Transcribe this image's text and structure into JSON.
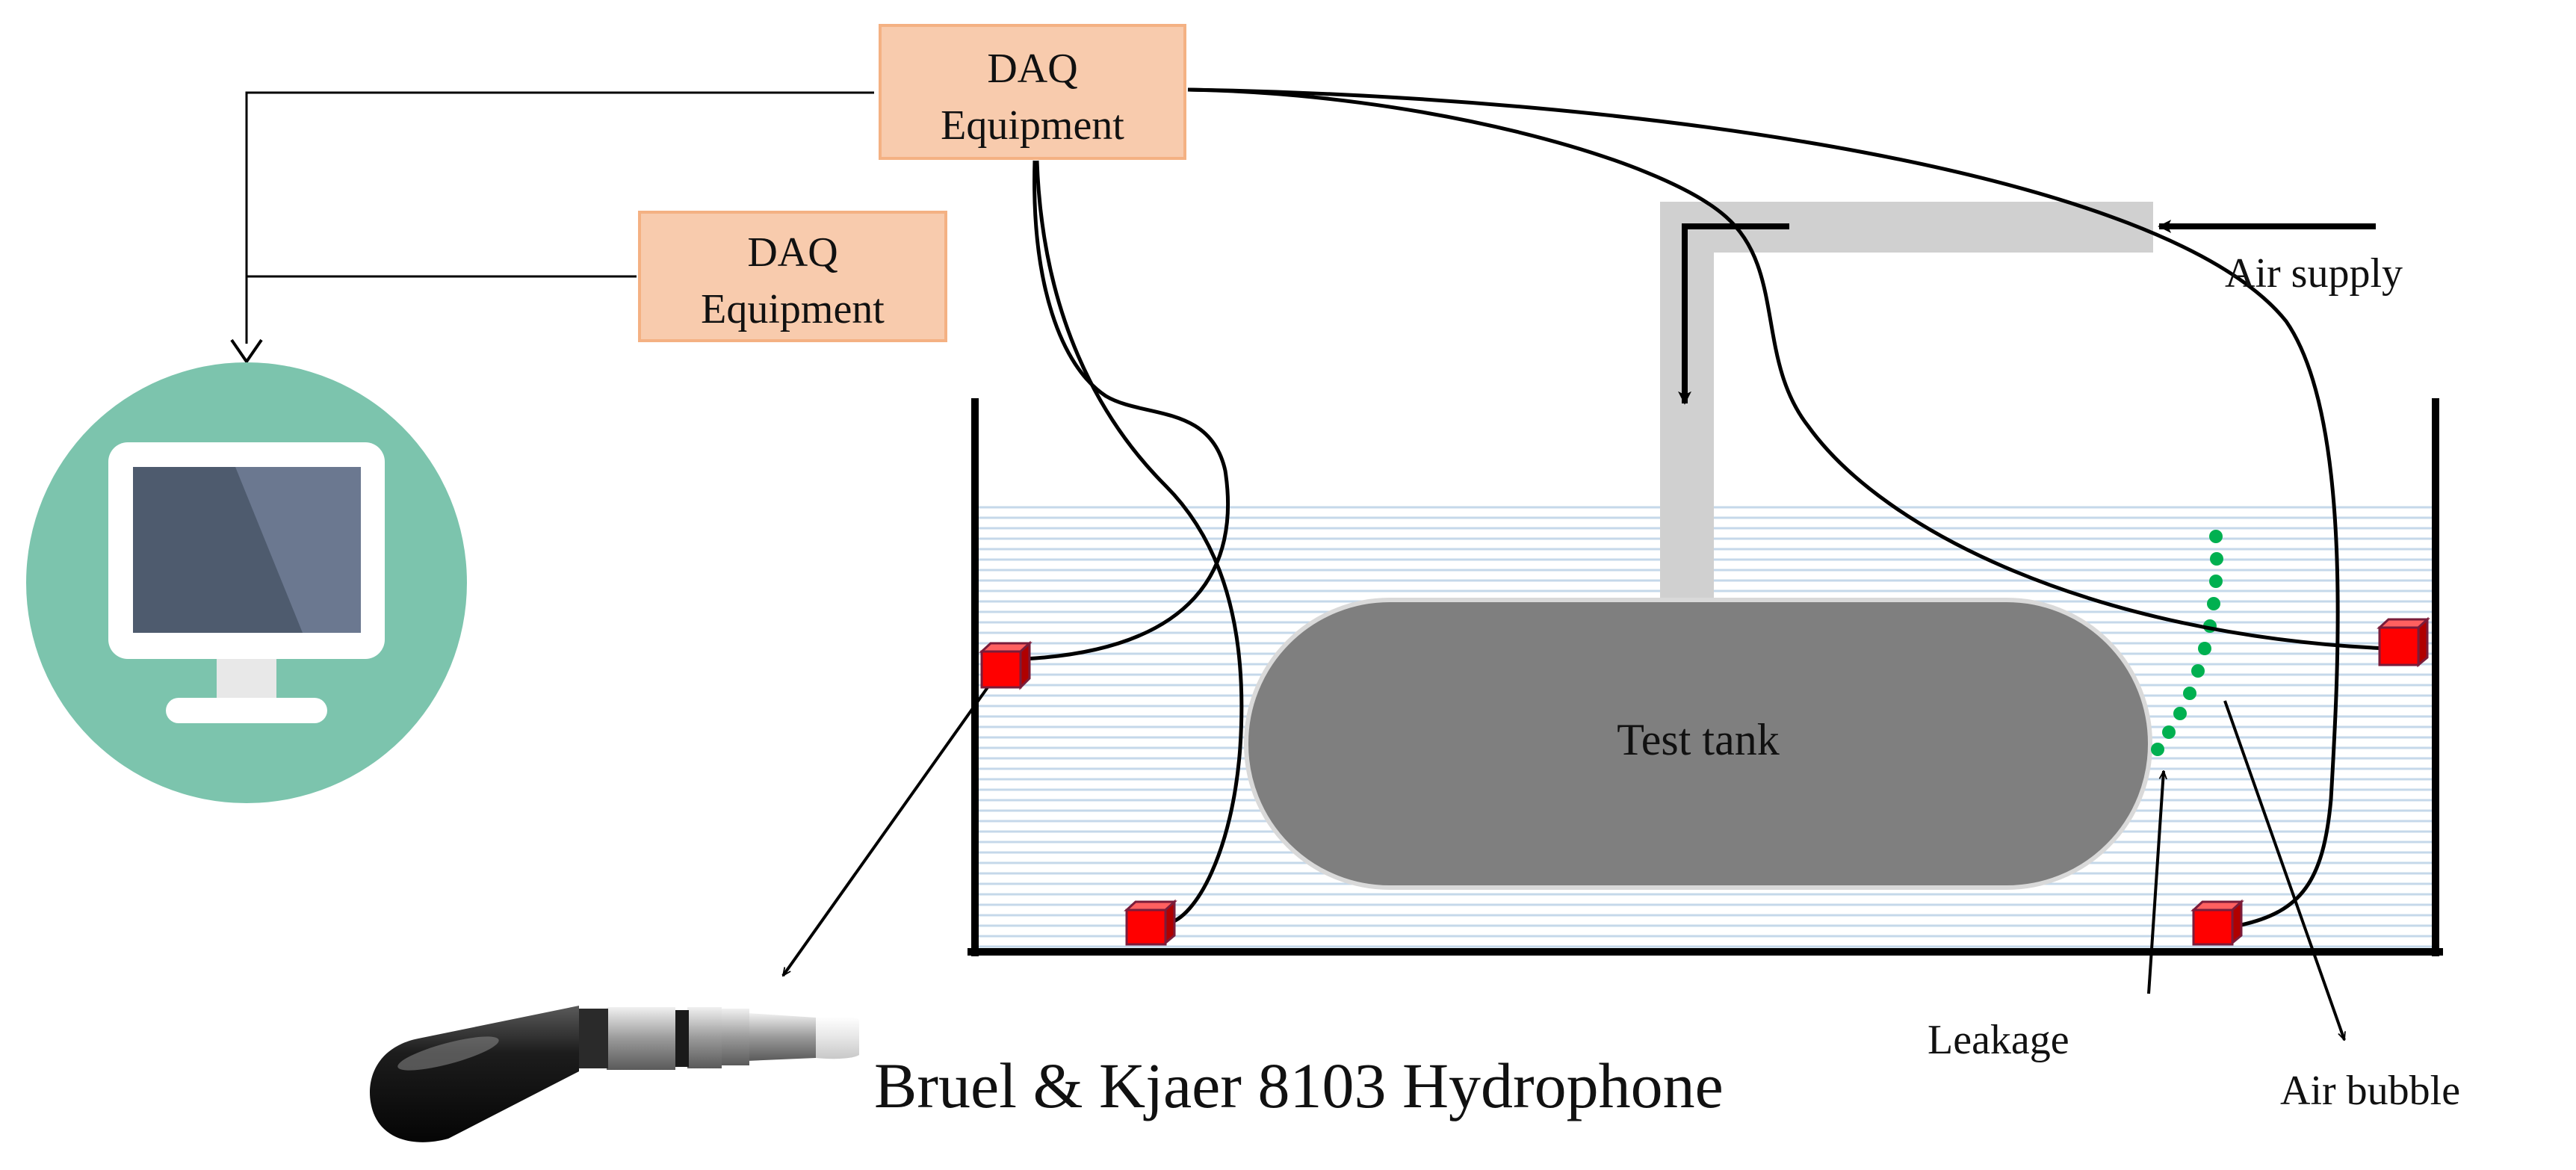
{
  "labels": {
    "daq_top": [
      "DAQ",
      "Equipment"
    ],
    "daq_second": [
      "DAQ",
      "Equipment"
    ],
    "air_supply": "Air supply",
    "test_tank": "Test tank",
    "leakage": "Leakage",
    "air_bubble": "Air bubble",
    "hydrophone": "Bruel & Kjaer 8103 Hydrophone"
  },
  "colors": {
    "daq_box_fill": "#f8cbad",
    "daq_box_stroke": "#f4b183",
    "water_line": "#c5d8ea",
    "tank_body": "#7f7f7f",
    "pipe": "#d0d0d0",
    "sensor": "#ff0000",
    "sensor_side": "#c00000",
    "bubble": "#00b050",
    "computer_circle": "#7cc4ad",
    "monitor_frame": "#ffffff",
    "monitor_screen": "#4e5b6e",
    "monitor_screen_light": "#6b7890"
  },
  "icons": {
    "computer": "computer-monitor-icon",
    "sensor": "hydrophone-sensor-icon",
    "hydrophone_photo": "hydrophone-icon"
  }
}
